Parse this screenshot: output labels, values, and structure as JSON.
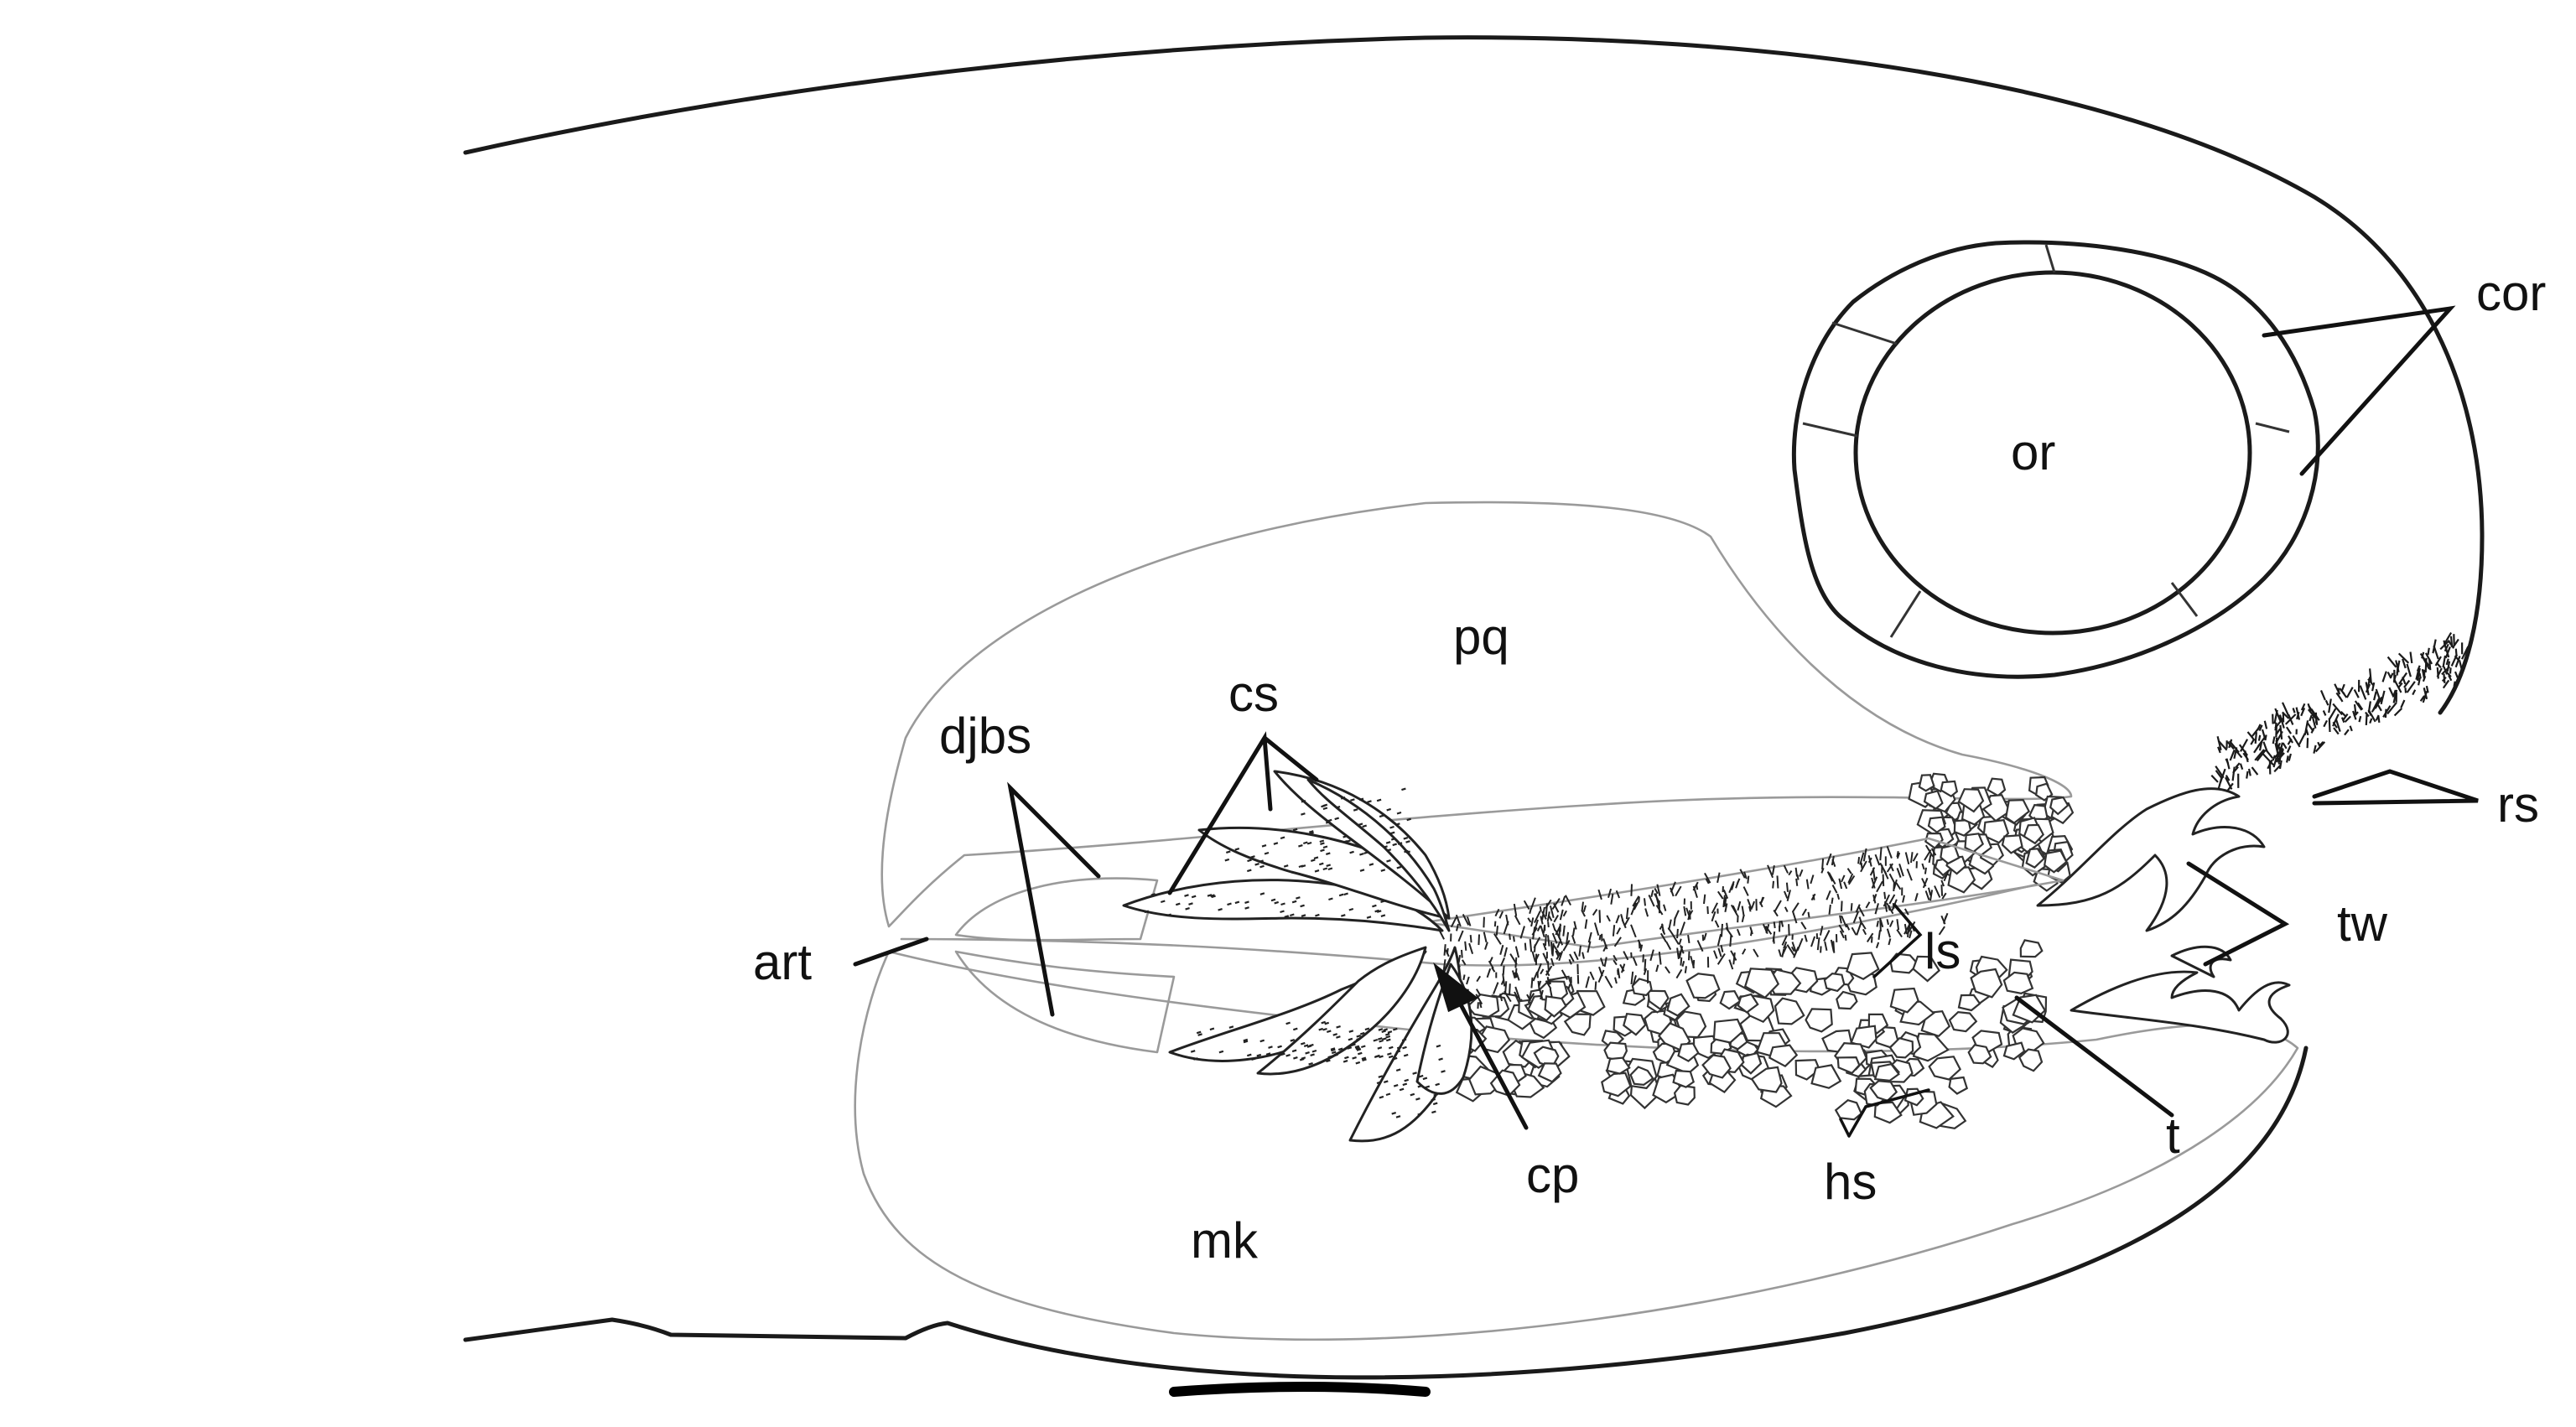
{
  "labels": {
    "cor": "cor",
    "or": "or",
    "pq": "pq",
    "cs": "cs",
    "djbs": "djbs",
    "rs": "rs",
    "tw": "tw",
    "art": "art",
    "ls": "ls",
    "t": "t",
    "cp": "cp",
    "hs": "hs",
    "mk": "mk"
  },
  "colors": {
    "outline": "#1a1a1a",
    "inner_outline": "#9a9a9a",
    "background": "#ffffff"
  }
}
